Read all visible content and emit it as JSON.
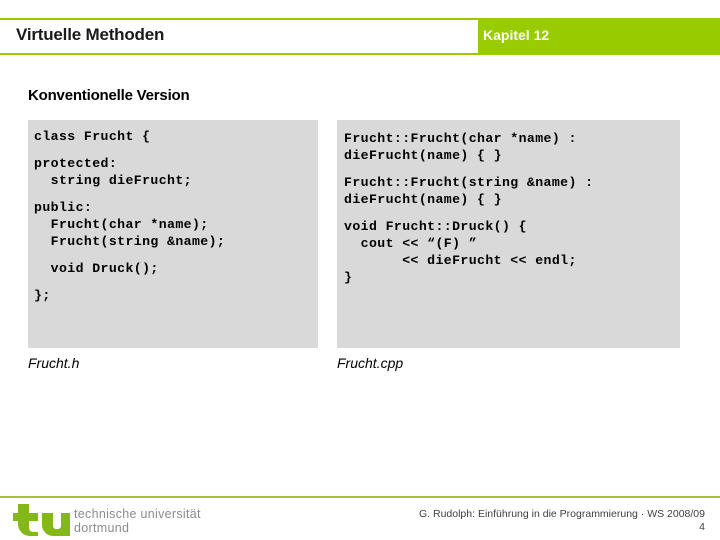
{
  "header": {
    "title": "Virtuelle Methoden",
    "chapter": "Kapitel 12",
    "green": "#99cc00"
  },
  "section": {
    "heading": "Konventionelle Version"
  },
  "code_left": {
    "caption": "Frucht.h",
    "lines": [
      "class Frucht {",
      "",
      "protected:",
      "  string dieFrucht;",
      "",
      "public:",
      "  Frucht(char *name);",
      "  Frucht(string &name);",
      "",
      "  void Druck();",
      "",
      "};"
    ]
  },
  "code_right": {
    "caption": "Frucht.cpp",
    "lines": [
      "Frucht::Frucht(char *name) :",
      "dieFrucht(name) { }",
      "",
      "Frucht::Frucht(string &name) :",
      "dieFrucht(name) { }",
      "",
      "void Frucht::Druck() {",
      "  cout << “(F) ”",
      "       << dieFrucht << endl;",
      "}"
    ]
  },
  "footer": {
    "logo_line1": "technische universität",
    "logo_line2": "dortmund",
    "credit": "G. Rudolph: Einführung in die Programmierung · WS 2008/09",
    "page": "4",
    "rule_color": "#a8bf3c"
  }
}
